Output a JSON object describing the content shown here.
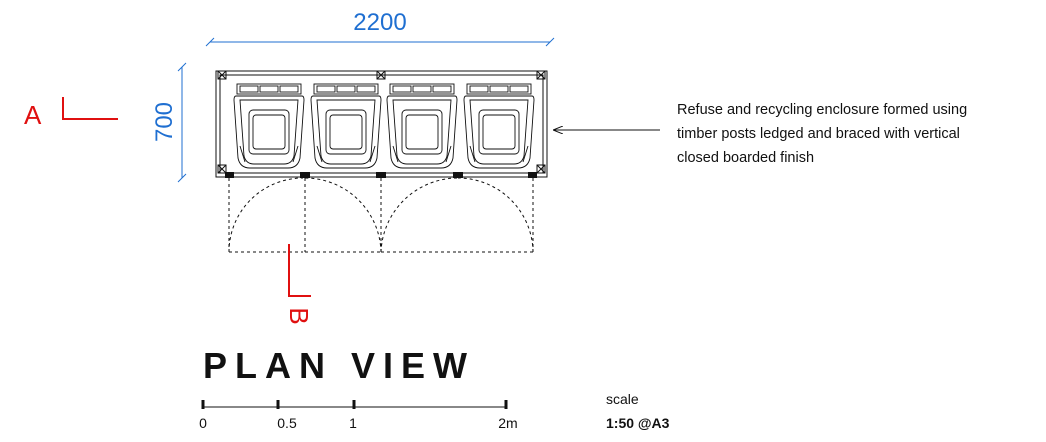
{
  "drawing": {
    "dimension_width": "2200",
    "dimension_depth": "700",
    "section_a": "A",
    "section_b": "B",
    "note_lines": [
      "Refuse and recycling enclosure formed using",
      "timber posts ledged and braced with vertical",
      "closed boarded finish"
    ],
    "title": "PLAN VIEW",
    "scale_ticks": [
      "0",
      "0.5",
      "1",
      "2m"
    ],
    "scale_label": "scale",
    "scale_value": "1:50 @A3"
  },
  "colors": {
    "dimension": "#1f6fd1",
    "section": "#e01010",
    "linework": "#111111"
  }
}
